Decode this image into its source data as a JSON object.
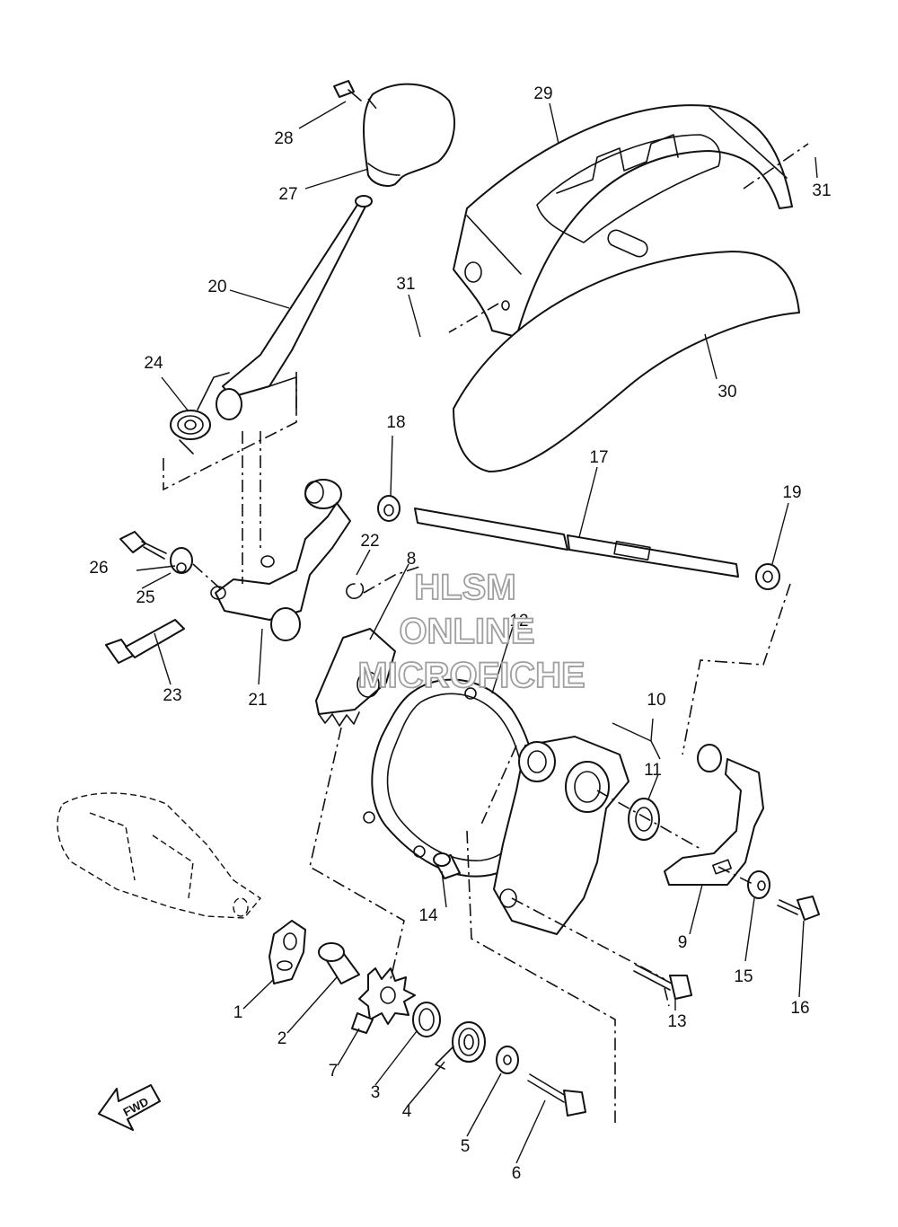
{
  "watermark": {
    "line1": "HLSM",
    "line2": "ONLINE",
    "line3": "MICROFICHE",
    "color": "#9a9a9a"
  },
  "fwd_arrow_label": "FWD",
  "part_numbers": [
    "1",
    "2",
    "3",
    "4",
    "5",
    "6",
    "7",
    "8",
    "9",
    "10",
    "11",
    "12",
    "13",
    "14",
    "15",
    "16",
    "17",
    "18",
    "19",
    "20",
    "21",
    "22",
    "23",
    "24",
    "25",
    "26",
    "27",
    "28",
    "29",
    "30",
    "31",
    "31"
  ],
  "colors": {
    "line": "#111111",
    "background": "#ffffff"
  }
}
